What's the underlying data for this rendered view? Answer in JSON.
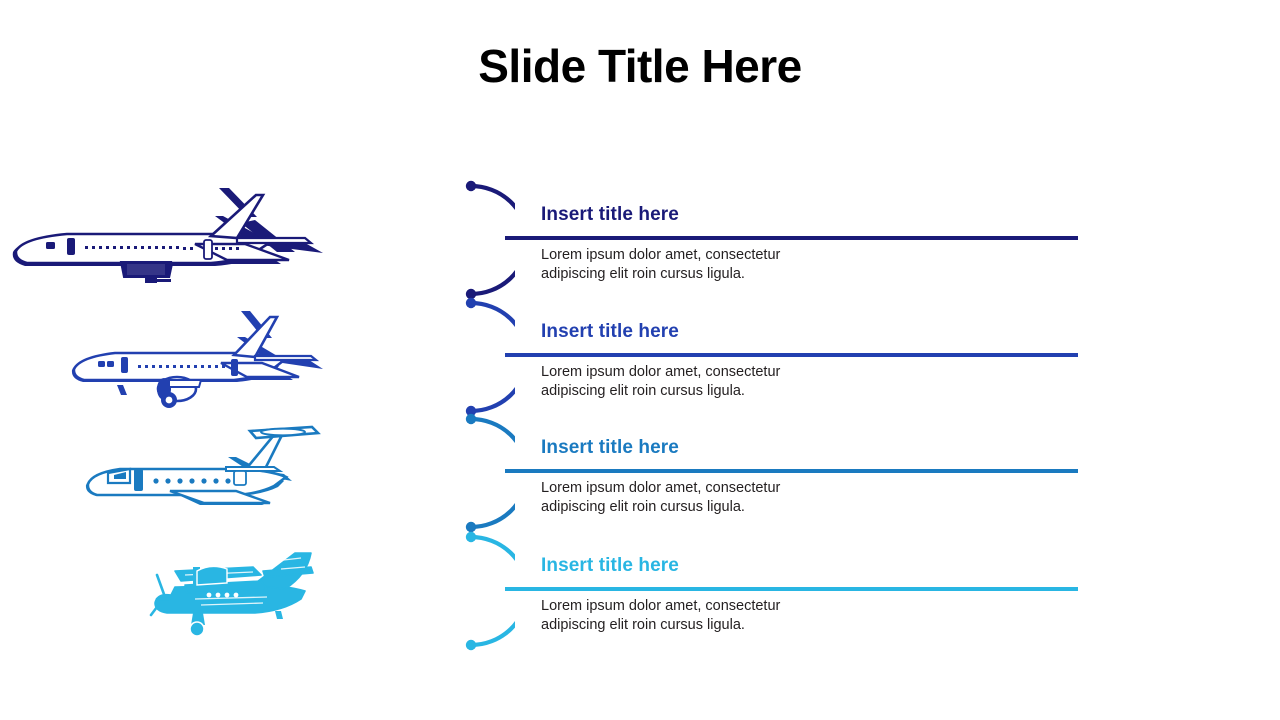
{
  "slide": {
    "title": "Slide Title Here",
    "background": "#ffffff"
  },
  "rows": [
    {
      "icon": "airliner-large-icon",
      "color": "#1a1a78",
      "title": "Insert title here",
      "body": "Lorem ipsum dolor amet, consectetur\nadipiscing elit roin cursus ligula."
    },
    {
      "icon": "airliner-medium-icon",
      "color": "#2240b0",
      "title": "Insert title here",
      "body": "Lorem ipsum dolor amet, consectetur\nadipiscing elit roin cursus ligula."
    },
    {
      "icon": "business-jet-icon",
      "color": "#1a7ac0",
      "title": "Insert title here",
      "body": "Lorem ipsum dolor amet, consectetur\nadipiscing elit roin cursus ligula."
    },
    {
      "icon": "propeller-plane-icon",
      "color": "#29b6e3",
      "title": "Insert title here",
      "body": "Lorem ipsum dolor amet, consectetur\nadipiscing elit roin cursus ligula."
    }
  ],
  "body_text_color": "#231f20"
}
